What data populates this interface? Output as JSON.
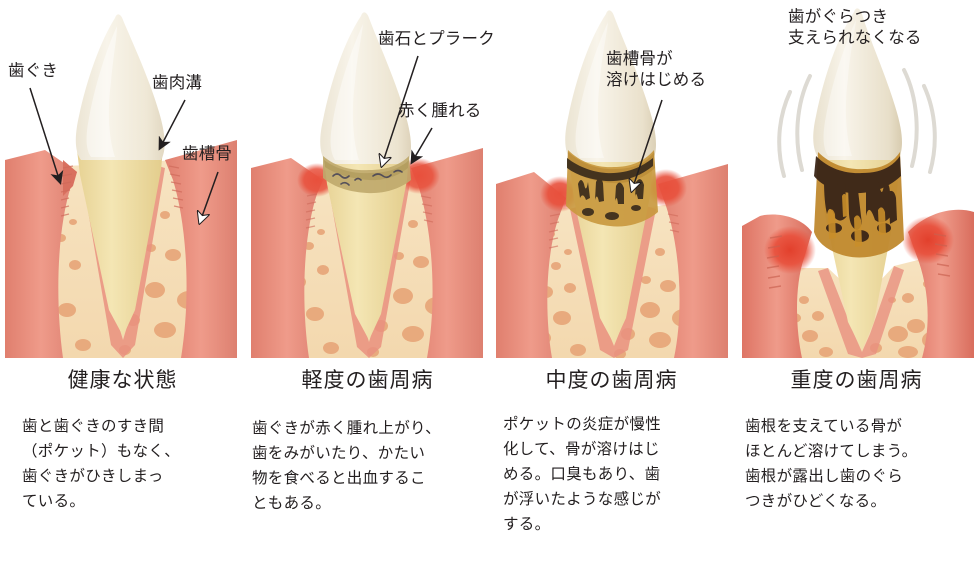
{
  "figure": {
    "title_alt": "歯周病の進行段階",
    "colors": {
      "gum": "#e9907f",
      "gum_dark": "#d9705f",
      "gum_inflamed": "#e8503c",
      "bone_base": "#f6dfba",
      "bone_cell": "#e8a87b",
      "crown": "#f6f1e4",
      "root": "#f0dfa6",
      "tartar_light": "#bfa96b",
      "tartar_dark": "#4a3526",
      "tartar_mid": "#c08a30",
      "text": "#231f20",
      "background": "#ffffff"
    }
  },
  "panels": [
    {
      "id": "healthy",
      "title": "健康な状態",
      "description_lines": [
        "歯と歯ぐきのすき間",
        "（ポケット）もなく、",
        "歯ぐきがひきしまっ",
        "ている。"
      ],
      "labels": [
        {
          "name": "gum",
          "lines": [
            "歯ぐき"
          ]
        },
        {
          "name": "gingival-sulcus",
          "lines": [
            "歯肉溝"
          ]
        },
        {
          "name": "alveolar-bone",
          "lines": [
            "歯槽骨"
          ]
        }
      ]
    },
    {
      "id": "mild",
      "title": "軽度の歯周病",
      "description_lines": [
        "歯ぐきが赤く腫れ上がり、",
        "歯をみがいたり、かたい",
        "物を食べると出血するこ",
        "ともある。"
      ],
      "labels": [
        {
          "name": "tartar-and-plaque",
          "lines": [
            "歯石とプラーク"
          ]
        },
        {
          "name": "red-swelling",
          "lines": [
            "赤く腫れる"
          ]
        }
      ]
    },
    {
      "id": "moderate",
      "title": "中度の歯周病",
      "description_lines": [
        "ポケットの炎症が慢性",
        "化して、骨が溶けはじ",
        "める。口臭もあり、歯",
        "が浮いたような感じが",
        "する。"
      ],
      "labels": [
        {
          "name": "bone-resorption",
          "lines": [
            "歯槽骨が",
            "溶けはじめる"
          ]
        }
      ]
    },
    {
      "id": "severe",
      "title": "重度の歯周病",
      "description_lines": [
        "歯根を支えている骨が",
        "ほとんど溶けてしまう。",
        "歯根が露出し歯のぐら",
        "つきがひどくなる。"
      ],
      "labels": [
        {
          "name": "tooth-mobility",
          "lines": [
            "歯がぐらつき",
            "支えられなくなる"
          ]
        }
      ]
    }
  ]
}
